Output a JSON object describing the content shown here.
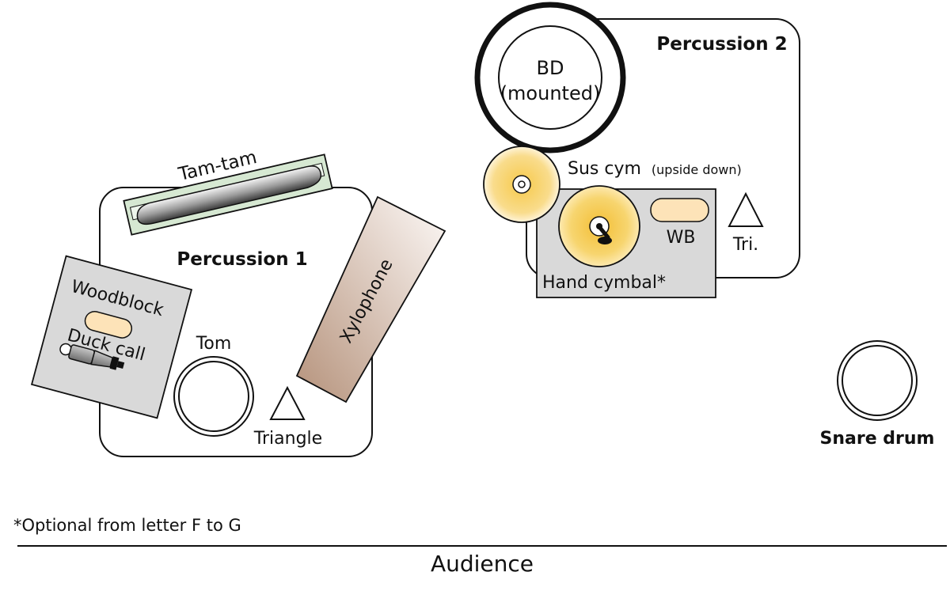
{
  "stations": {
    "percussion1": {
      "label": "Percussion 1"
    },
    "percussion2": {
      "label": "Percussion 2"
    }
  },
  "instruments": {
    "tam_tam": "Tam-tam",
    "woodblock": "Woodblock",
    "duck_call": "Duck call",
    "tom": "Tom",
    "triangle": "Triangle",
    "xylophone": "Xylophone",
    "bass_drum_line1": "BD",
    "bass_drum_line2": "(mounted)",
    "sus_cym": "Sus cym",
    "sus_cym_note": "(upside down)",
    "hand_cymbal": "Hand cymbal*",
    "wood_block_abbrev": "WB",
    "triangle_abbrev": "Tri.",
    "snare_drum": "Snare drum"
  },
  "footnote": "*Optional from letter F to G",
  "audience": "Audience",
  "colors": {
    "outline": "#111111",
    "table_gray": "#d9d9d9",
    "tam_tam_frame": "#d6e8d2",
    "cymbal_center": "#f6cf57",
    "cymbal_edge": "#fff6de",
    "woodblock_fill": "#fde3b8",
    "xylophone_dark": "#b99882",
    "xylophone_light": "#fbf6f3",
    "duck_call_gray": "#8d8d8d"
  }
}
